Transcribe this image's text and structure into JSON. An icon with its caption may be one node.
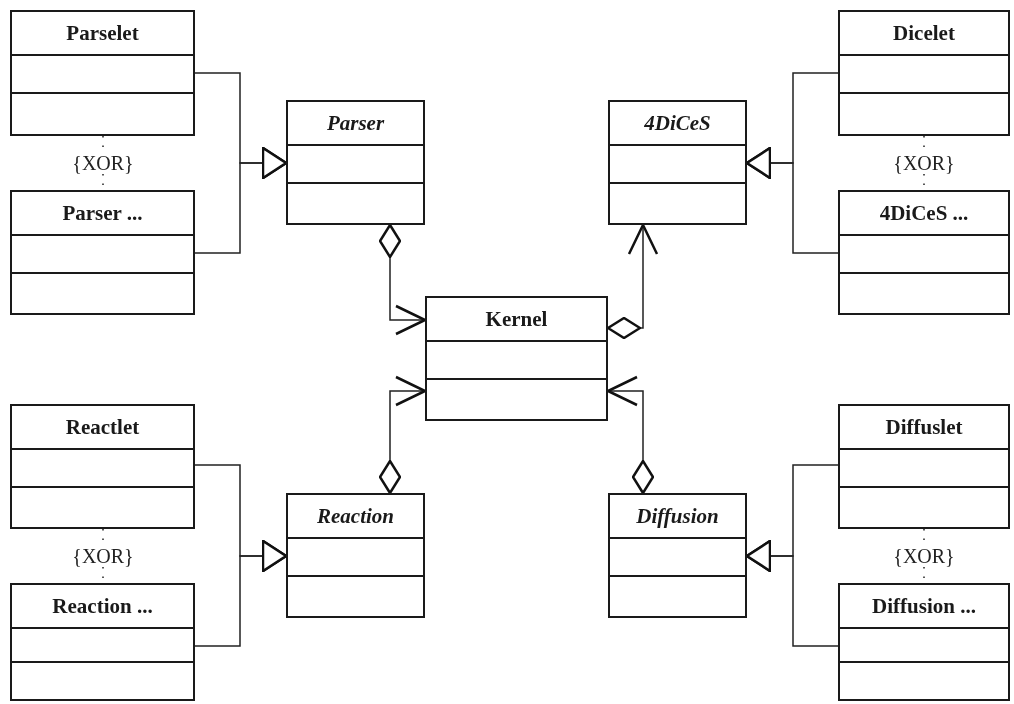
{
  "diagram": {
    "nodes": [
      {
        "text": [
          "Parselet"
        ]
      },
      {
        "text": [
          "Parser ..."
        ]
      },
      {
        "text": [
          "Parser"
        ]
      },
      {
        "text": [
          "Dicelet"
        ]
      },
      {
        "text": [
          "4DiCeS ..."
        ]
      },
      {
        "text": [
          "4DiCeS"
        ]
      },
      {
        "text": [
          "Kernel"
        ]
      },
      {
        "text": [
          "Reactlet"
        ]
      },
      {
        "text": [
          "Reaction ..."
        ]
      },
      {
        "text": [
          "Reaction"
        ]
      },
      {
        "text": [
          "Diffuslet"
        ]
      },
      {
        "text": [
          "Diffusion ..."
        ]
      },
      {
        "text": [
          "Diffusion"
        ]
      }
    ],
    "edges": [
      {
        "from": 0,
        "to": 2,
        "arrow": "to"
      },
      {
        "from": 1,
        "to": 2,
        "arrow": "to"
      },
      {
        "from": 0,
        "to": 1,
        "arrow": "none",
        "style": "dashed",
        "label": "{XOR}"
      },
      {
        "from": 3,
        "to": 5,
        "arrow": "to"
      },
      {
        "from": 4,
        "to": 5,
        "arrow": "to"
      },
      {
        "from": 3,
        "to": 4,
        "arrow": "none",
        "style": "dashed",
        "label": "{XOR}"
      },
      {
        "from": 2,
        "to": 6,
        "arrow": "to"
      },
      {
        "from": 6,
        "to": 5,
        "arrow": "to"
      },
      {
        "from": 9,
        "to": 6,
        "arrow": "to"
      },
      {
        "from": 12,
        "to": 6,
        "arrow": "to"
      },
      {
        "from": 7,
        "to": 9,
        "arrow": "to"
      },
      {
        "from": 8,
        "to": 9,
        "arrow": "to"
      },
      {
        "from": 7,
        "to": 8,
        "arrow": "none",
        "style": "dashed",
        "label": "{XOR}"
      },
      {
        "from": 10,
        "to": 12,
        "arrow": "to"
      },
      {
        "from": 11,
        "to": 12,
        "arrow": "to"
      },
      {
        "from": 10,
        "to": 11,
        "arrow": "none",
        "style": "dashed",
        "label": "{XOR}"
      }
    ]
  }
}
